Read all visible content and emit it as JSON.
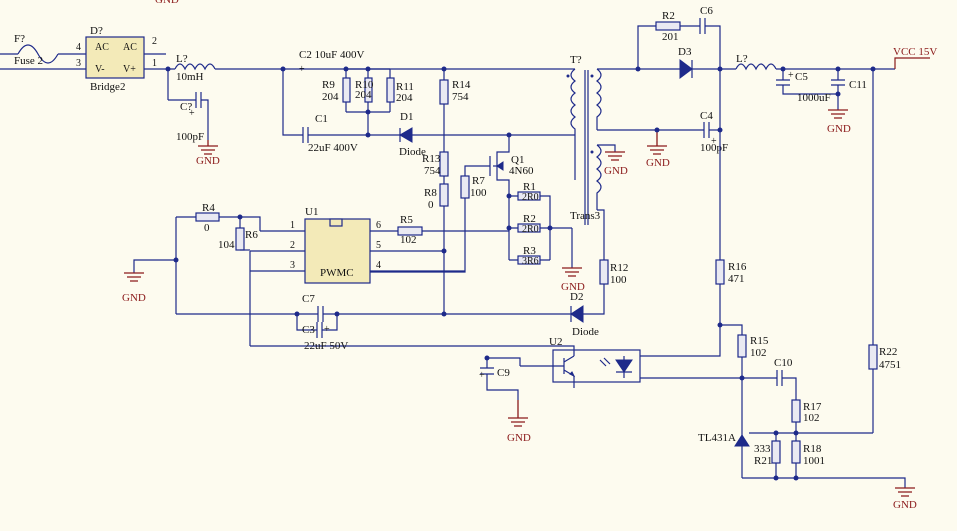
{
  "labels": {
    "gnd": "GND",
    "vcc": "VCC 15V",
    "fuse_ref": "F?",
    "fuse_val": "Fuse 2",
    "bridge_ref": "D?",
    "bridge_val": "Bridge2",
    "bridge_ac": "AC",
    "bridge_vm": "V-",
    "bridge_vp": "V+",
    "l1_ref": "L?",
    "l1_val": "10mH",
    "cin_ref": "C?",
    "cin_val": "100pF",
    "c2": "C2 10uF 400V",
    "r9": "R9",
    "r9v": "204",
    "r10": "R10",
    "r10v": "204",
    "r11": "R11",
    "r11v": "204",
    "c1": "C1",
    "c1v": "22uF 400V",
    "d1": "D1",
    "d1v": "Diode",
    "r14": "R14",
    "r14v": "754",
    "r13": "R13",
    "r13v": "754",
    "r8": "R8",
    "r8v": "0",
    "r7": "R7",
    "r7v": "100",
    "q1": "Q1",
    "q1v": "4N60",
    "r1": "R1",
    "r1v": "2R0",
    "r2b": "R2",
    "r2bv": "2R0",
    "r3": "R3",
    "r3v": "3R6",
    "t": "T?",
    "trans": "Trans3",
    "r2": "R2",
    "r2v": "201",
    "c6": "C6",
    "d3": "D3",
    "l2": "L?",
    "c5": "C5",
    "c5v": "1000uF",
    "c11": "C11",
    "c4": "C4",
    "c4v": "100pF",
    "u1": "U1",
    "pwmc": "PWMC",
    "r4": "R4",
    "r4v": "0",
    "r6": "R6",
    "r6v": "104",
    "r5": "R5",
    "r5v": "102",
    "r12": "R12",
    "r12v": "100",
    "d2": "D2",
    "d2v": "Diode",
    "c7": "C7",
    "c3": "C3",
    "c3v": "22uF 50V",
    "r16": "R16",
    "r16v": "471",
    "u2": "U2",
    "c9": "C9",
    "r15": "R15",
    "r15v": "102",
    "c10": "C10",
    "r17": "R17",
    "r17v": "102",
    "r22": "R22",
    "r22v": "4751",
    "tl": "TL431A",
    "r21": "R21",
    "r21v": "333",
    "r18": "R18",
    "r18v": "1001",
    "plus": "+",
    "p1": "1",
    "p2": "2",
    "p3": "3",
    "p4": "4",
    "p5": "5",
    "p6": "6"
  }
}
